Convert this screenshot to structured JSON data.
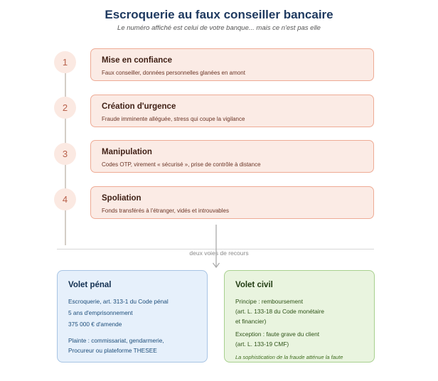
{
  "header": {
    "title": "Escroquerie au faux conseiller bancaire",
    "subtitle": "Le numéro affiché est celui de votre banque... mais ce n'est pas elle"
  },
  "steps": [
    {
      "number": "1",
      "title": "Mise en confiance",
      "description": "Faux conseiller, données personnelles glanées en amont"
    },
    {
      "number": "2",
      "title": "Création d'urgence",
      "description": "Fraude imminente alléguée, stress qui coupe la vigilance"
    },
    {
      "number": "3",
      "title": "Manipulation",
      "description": "Codes OTP, virement « sécurisé », prise de contrôle à distance"
    },
    {
      "number": "4",
      "title": "Spoliation",
      "description": "Fonds transférés à l'étranger, vidés et introuvables"
    }
  ],
  "divider": {
    "label": "deux voies de recours"
  },
  "penal": {
    "title": "Volet pénal",
    "lines": [
      "Escroquerie, art. 313-1 du Code pénal",
      "5 ans d'emprisonnement",
      "375 000 € d'amende",
      "Plainte : commissariat, gendarmerie,",
      "Procureur ou plateforme THESEE"
    ]
  },
  "civil": {
    "title": "Volet civil",
    "lines": [
      "Principe : remboursement",
      "(art. L. 133-18 du Code monétaire",
      "et financier)",
      "Exception : faute grave du client",
      "(art. L. 133-19 CMF)"
    ],
    "note": "La sophistication de la fraude atténue la faute"
  }
}
